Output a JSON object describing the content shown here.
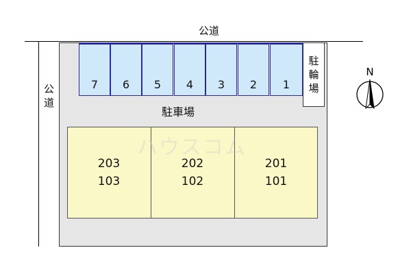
{
  "road_top": {
    "label": "公道"
  },
  "road_left": {
    "label_chars": [
      "公",
      "道"
    ]
  },
  "parking": {
    "label": "駐車場",
    "spaces": [
      "7",
      "6",
      "5",
      "4",
      "3",
      "2",
      "1"
    ]
  },
  "bicycle_parking": {
    "label_chars": [
      "駐",
      "輪",
      "場"
    ]
  },
  "building": {
    "units": [
      {
        "upper": "203",
        "lower": "103"
      },
      {
        "upper": "202",
        "lower": "102"
      },
      {
        "upper": "201",
        "lower": "101"
      }
    ]
  },
  "compass": {
    "label": "N"
  },
  "watermark": {
    "text": "ハウスコム"
  },
  "colors": {
    "parking_space_fill": "#cfe9fa",
    "parking_space_border": "#2a2a9a",
    "building_fill": "#fbf8c8",
    "lot_fill": "#e6e6e6"
  }
}
